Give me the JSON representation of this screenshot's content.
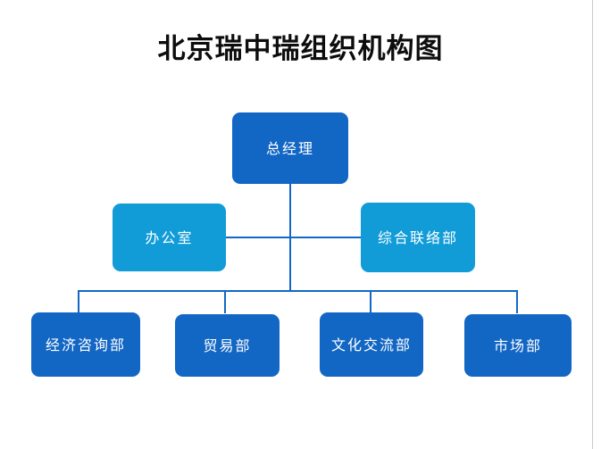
{
  "slide": {
    "title": "北京瑞中瑞组织机构图",
    "background_color": "#ffffff"
  },
  "colors": {
    "node_dark": "#1266C4",
    "node_light": "#119CD8",
    "connector": "#1268C6",
    "title_text": "#0d0d0d",
    "node_text": "#ffffff",
    "slide_border": "#c9c9c9"
  },
  "org_chart": {
    "type": "organization-chart",
    "root": {
      "id": "general-manager",
      "label": "总经理",
      "level": 0,
      "color": "#1266C4"
    },
    "staff": [
      {
        "id": "office",
        "label": "办公室",
        "level": 1,
        "side": "left",
        "color": "#119CD8"
      },
      {
        "id": "liaison-department",
        "label": "综合联络部",
        "level": 1,
        "side": "right",
        "color": "#119CD8"
      }
    ],
    "departments": [
      {
        "id": "economic-consulting-department",
        "label": "经济咨询部",
        "level": 2,
        "color": "#1266C4"
      },
      {
        "id": "trade-department",
        "label": "贸易部",
        "level": 2,
        "color": "#1266C4"
      },
      {
        "id": "cultural-exchange-department",
        "label": "文化交流部",
        "level": 2,
        "color": "#1266C4"
      },
      {
        "id": "marketing-department",
        "label": "市场部",
        "level": 2,
        "color": "#1266C4"
      }
    ]
  }
}
